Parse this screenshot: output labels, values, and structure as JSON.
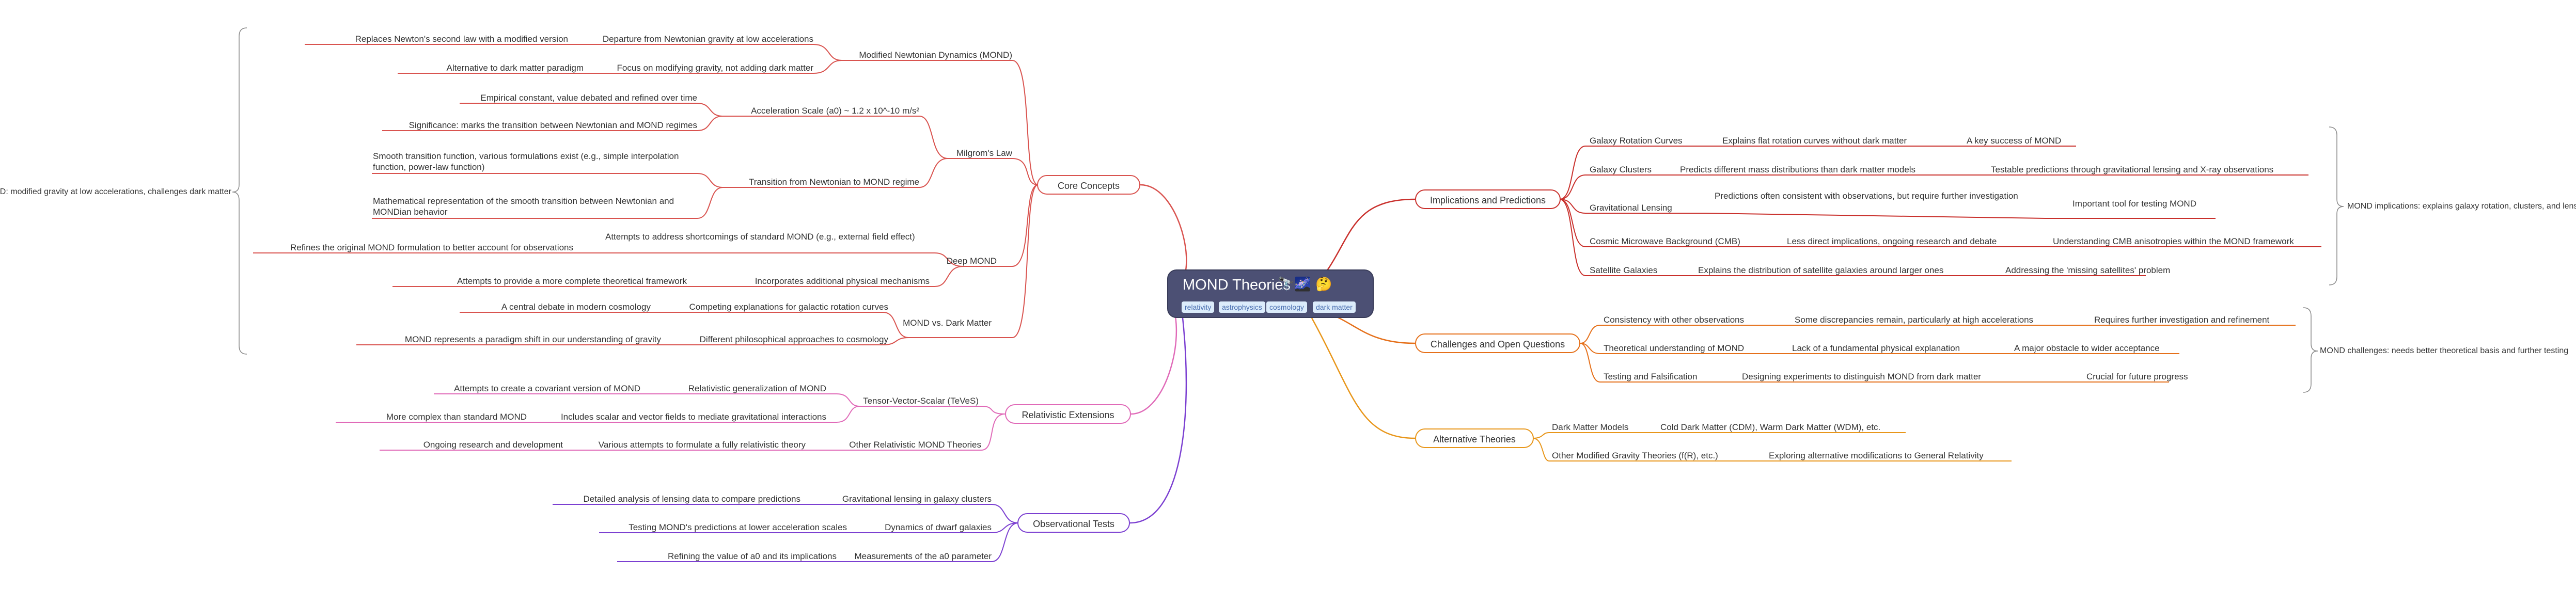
{
  "root": {
    "title": "MOND Theories",
    "emoji": "🔭🌌  🤔",
    "tags": [
      "relativity",
      "astrophysics",
      "cosmology",
      "dark matter"
    ]
  },
  "summaries": {
    "left": "MOND: modified gravity at low accelerations, challenges dark matter",
    "implications": "MOND implications: explains galaxy rotation, clusters, and lensing",
    "challenges": "MOND challenges: needs better theoretical basis and further testing"
  },
  "core": {
    "label": "Core Concepts",
    "mond": {
      "label": "Modified Newtonian Dynamics (MOND)",
      "a": "Departure from Newtonian gravity at low accelerations",
      "a1": "Replaces Newton's second law with a modified version",
      "b": "Focus on modifying gravity, not adding dark matter",
      "b1": "Alternative to dark matter paradigm"
    },
    "milgrom": {
      "label": "Milgrom's Law",
      "accel": "Acceleration Scale (a0) ~ 1.2 x 10^-10 m/s²",
      "accel1": "Empirical constant, value debated and refined over time",
      "accel2": "Significance: marks the transition between Newtonian and MOND regimes",
      "trans": "Transition from Newtonian to MOND regime",
      "trans1": "Smooth transition function, various formulations exist (e.g., simple interpolation function, power-law function)",
      "trans2": "Mathematical representation of the smooth transition between Newtonian and MONDian behavior"
    },
    "deep": {
      "label": "Deep MOND",
      "a": "Attempts to address shortcomings of standard MOND (e.g., external field effect)",
      "a1": "Refines the original MOND formulation to better account for observations",
      "b": "Incorporates additional physical mechanisms",
      "b1": "Attempts to provide a more complete theoretical framework"
    },
    "vs": {
      "label": "MOND vs. Dark Matter",
      "a": "Competing explanations for galactic rotation curves",
      "a1": "A central debate in modern cosmology",
      "b": "Different philosophical approaches to cosmology",
      "b1": "MOND represents a paradigm shift in our understanding of gravity"
    }
  },
  "rel": {
    "label": "Relativistic Extensions",
    "teves": "Tensor-Vector-Scalar (TeVeS)",
    "teves_a": "Relativistic generalization of MOND",
    "teves_a1": "Attempts to create a covariant version of MOND",
    "teves_b": "Includes scalar and vector fields to mediate gravitational interactions",
    "teves_b1": "More complex than standard MOND",
    "other": "Other Relativistic MOND Theories",
    "other_a": "Various attempts to formulate a fully relativistic theory",
    "other_a1": "Ongoing research and development"
  },
  "obs": {
    "label": "Observational Tests",
    "a": "Gravitational lensing in galaxy clusters",
    "a1": "Detailed analysis of lensing data to compare predictions",
    "b": "Dynamics of dwarf galaxies",
    "b1": "Testing MOND's predictions at lower acceleration scales",
    "c": "Measurements of the a0 parameter",
    "c1": "Refining the value of a0 and its implications"
  },
  "impl": {
    "label": "Implications and Predictions",
    "grc": "Galaxy Rotation Curves",
    "grc_a": "Explains flat rotation curves without dark matter",
    "grc_b": "A key success of MOND",
    "gc": "Galaxy Clusters",
    "gc_a": "Predicts different mass distributions than dark matter models",
    "gc_b": "Testable predictions through gravitational lensing and X-ray observations",
    "gl": "Gravitational Lensing",
    "gl_a": "Predictions often consistent with observations, but require further investigation",
    "gl_b": "Important tool for testing MOND",
    "cmb": "Cosmic Microwave Background (CMB)",
    "cmb_a": "Less direct implications, ongoing research and debate",
    "cmb_b": "Understanding CMB anisotropies within the MOND framework",
    "sg": "Satellite Galaxies",
    "sg_a": "Explains the distribution of satellite galaxies around larger ones",
    "sg_b": "Addressing the 'missing satellites' problem"
  },
  "chal": {
    "label": "Challenges and Open Questions",
    "c1": "Consistency with other observations",
    "c1a": "Some discrepancies remain, particularly at high accelerations",
    "c1b": "Requires further investigation and refinement",
    "c2": "Theoretical understanding of MOND",
    "c2a": "Lack of a fundamental physical explanation",
    "c2b": "A major obstacle to wider acceptance",
    "c3": "Testing and Falsification",
    "c3a": "Designing experiments to distinguish MOND from dark matter",
    "c3b": "Crucial for future progress"
  },
  "alt": {
    "label": "Alternative Theories",
    "a": "Dark Matter Models",
    "a1": "Cold Dark Matter (CDM), Warm Dark Matter (WDM), etc.",
    "b": "Other Modified Gravity Theories (f(R), etc.)",
    "b1": "Exploring alternative modifications to General Relativity"
  },
  "colors": {
    "core": "#d9534f",
    "rel": "#e06ab8",
    "obs": "#7b3fd1",
    "impl": "#c9302c",
    "chal": "#e5701a",
    "alt": "#e8961a",
    "root": "#4c5074"
  }
}
